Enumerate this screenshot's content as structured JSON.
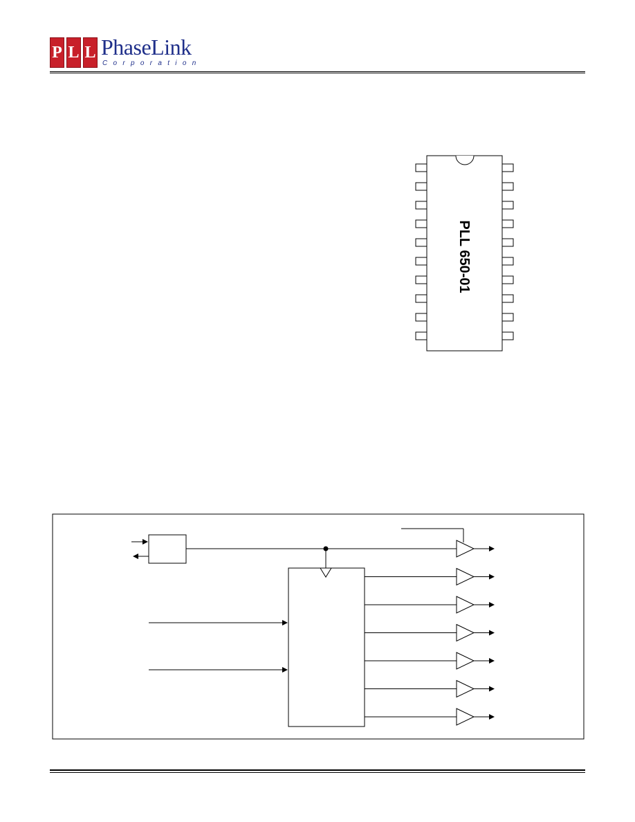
{
  "header": {
    "logo_letters": [
      "P",
      "L",
      "L"
    ],
    "logo_name": "PhaseLink",
    "logo_sub": "Corporation"
  },
  "chip": {
    "label": "PLL 650-01",
    "pins_per_side": 10
  },
  "block_diagram": {
    "output_buffers": 7
  }
}
